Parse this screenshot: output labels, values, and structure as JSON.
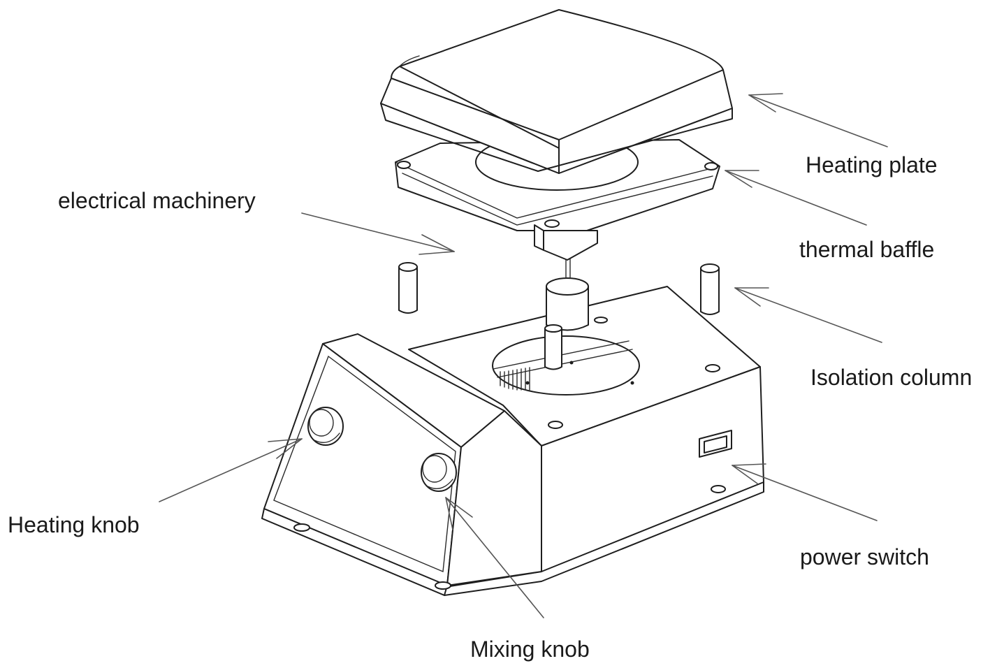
{
  "labels": {
    "heating_plate": "Heating plate",
    "electrical_machinery": "electrical machinery",
    "thermal_baffle": "thermal baffle",
    "isolation_column": "Isolation column",
    "heating_knob": "Heating knob",
    "power_switch": "power switch",
    "mixing_knob": "Mixing knob"
  },
  "colors": {
    "line": "#1e1e1e",
    "leader": "#555555",
    "text": "#1a1a1a",
    "background": "#ffffff"
  }
}
